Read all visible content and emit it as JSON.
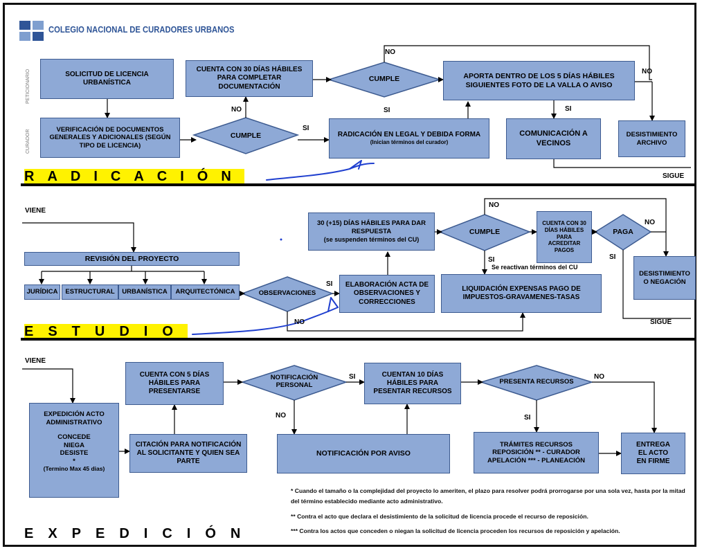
{
  "header": {
    "org_name": "COLEGIO NACIONAL DE CURADORES URBANOS"
  },
  "lanes": {
    "peticionario": "PETICIONARIO",
    "curador": "CURADOR"
  },
  "radicacion": {
    "title": "RADICACIÓN",
    "solicitud": "SOLICITUD DE LICENCIA URBANÍSTICA",
    "cuenta30": "CUENTA CON 30 DÍAS HÁBILES PARA COMPLETAR DOCUMENTACIÓN",
    "cumple_top": "CUMPLE",
    "aporta": "APORTA DENTRO DE LOS 5 DÍAS HÁBILES SIGUIENTES FOTO DE LA VALLA O AVISO",
    "verificacion": "VERIFICACIÓN DE DOCUMENTOS GENERALES Y ADICIONALES (SEGÚN TIPO DE LICENCIA)",
    "cumple_mid": "CUMPLE",
    "radicacion_legal": "RADICACIÓN EN LEGAL Y DEBIDA FORMA",
    "radicacion_sub": "(Inician términos del curador)",
    "comunicacion": "COMUNICACIÓN A VECINOS",
    "desistimiento": "DESISTIMIENTO ARCHIVO",
    "no": "NO",
    "si": "SI",
    "sigue": "SIGUE"
  },
  "estudio": {
    "title": "ESTUDIO",
    "viene": "VIENE",
    "revision": "REVISIÓN DEL PROYECTO",
    "juridica": "JURÍDICA",
    "estructural": "ESTRUCTURAL",
    "urbanistica": "URBANÍSTICA",
    "arquitectonica": "ARQUITECTÓNICA",
    "observaciones": "OBSERVACIONES",
    "elaboracion": "ELABORACIÓN ACTA DE OBSERVACIONES Y CORRECCIONES",
    "dias30_main": "30 (+15) DÍAS HÁBILES PARA DAR RESPUESTA",
    "dias30_sub": "(se suspenden términos del CU)",
    "cumple": "CUMPLE",
    "cuenta30_pagos": "CUENTA CON 30 DÍAS HÁBILES PARA ACREDITAR PAGOS",
    "paga": "PAGA",
    "desistimiento": "DESISTIMIENTO O NEGACIÓN",
    "liquidacion": "LIQUIDACIÓN EXPENSAS PAGO DE IMPUESTOS-GRAVAMENES-TASAS",
    "reactivan": "Se reactivan términos del CU",
    "no": "NO",
    "si": "SI",
    "sigue": "SIGUE"
  },
  "expedicion": {
    "title": "EXPEDICIÓN",
    "viene": "VIENE",
    "expedicion_acto": "EXPEDICIÓN ACTO ADMINISTRATIVO",
    "concede": "CONCEDE NIEGA DESISTE",
    "asterisk": "*",
    "termino": "(Termino Max 45 dias)",
    "cuenta5": "CUENTA CON 5 DÍAS HÁBILES PARA PRESENTARSE",
    "citacion": "CITACIÓN PARA NOTIFICACIÓN AL SOLICITANTE Y QUIEN SEA PARTE",
    "notificacion_personal": "NOTIFICACIÓN PERSONAL",
    "notificacion_aviso": "NOTIFICACIÓN POR AVISO",
    "cuentan10": "CUENTAN 10 DÍAS HÁBILES PARA PESENTAR RECURSOS",
    "presenta": "PRESENTA RECURSOS",
    "tramites_1": "TRÁMITES RECURSOS",
    "tramites_2": "REPOSICIÓN ** - CURADOR",
    "tramites_3": "APELACIÓN *** - PLANEACIÓN",
    "entrega": "ENTREGA EL ACTO EN FIRME",
    "no": "NO",
    "si": "SI"
  },
  "notes": {
    "n1": "* Cuando el tamaño o la complejidad del proyecto lo ameriten, el plazo para resolver podrá prorrogarse por una sola vez, hasta por la mitad del término establecido mediante acto administrativo.",
    "n2": "** Contra el acto que declara el desistimiento de la solicitud de licencia procede el recurso de reposición.",
    "n3": "*** Contra los actos que conceden o niegan la solicitud de licencia proceden los recursos de reposición y apelación."
  },
  "colors": {
    "box_fill": "#8ea9d6",
    "box_border": "#3c5a8f",
    "highlight": "#fff200",
    "pen": "#1f3fcf",
    "logo": "#2f5597"
  }
}
